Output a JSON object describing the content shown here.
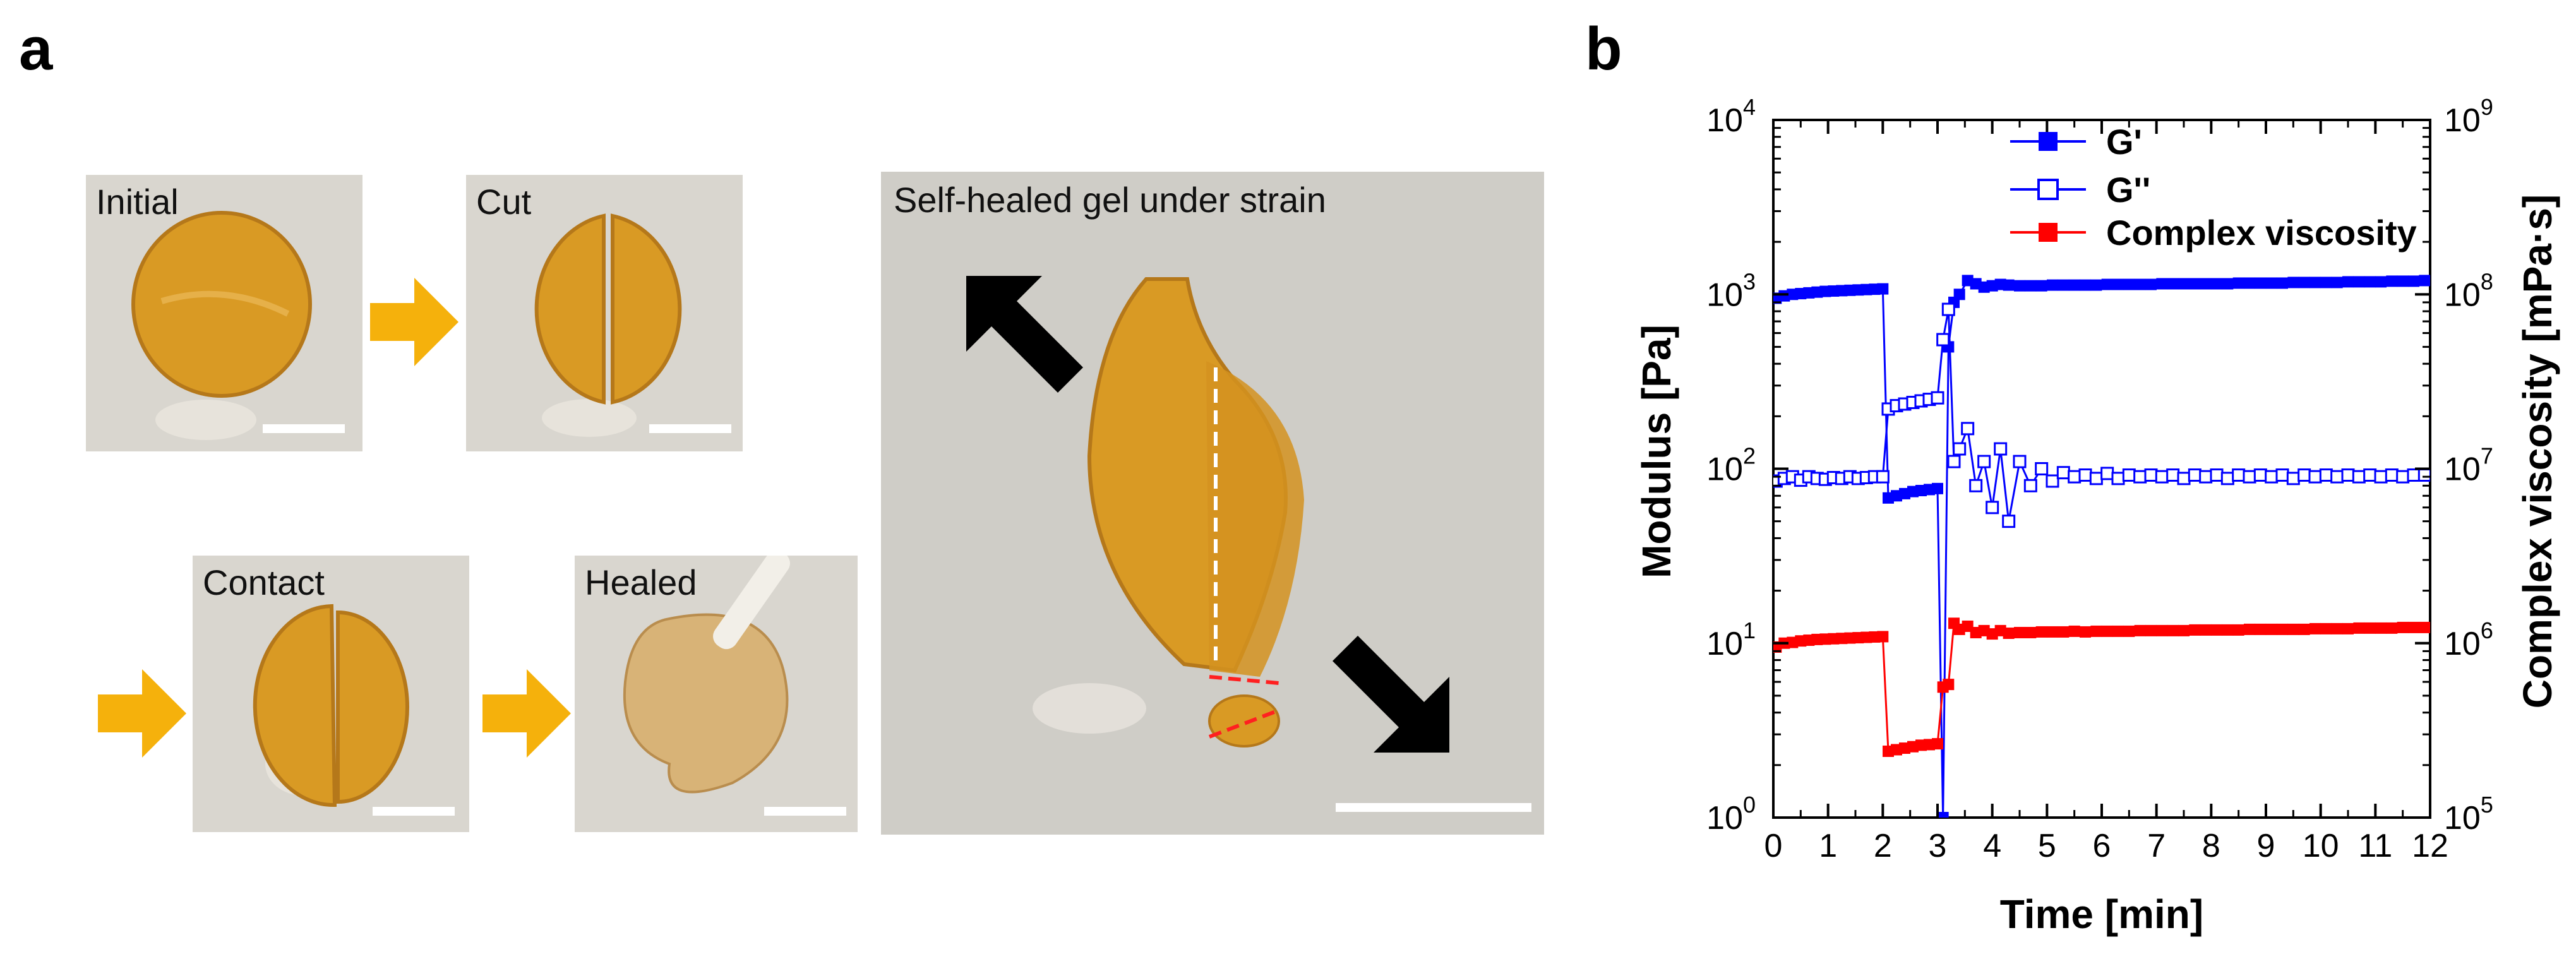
{
  "panels": {
    "a": "a",
    "b": "b"
  },
  "photos": {
    "initial": "Initial",
    "cut": "Cut",
    "contact": "Contact",
    "healed": "Healed",
    "strain": "Self-healed gel under strain"
  },
  "colors": {
    "gel": "#d99a24",
    "gel_edge": "#b5781a",
    "arrow_yellow": "#f5b10c",
    "arrow_black": "#000000",
    "g_prime": "#0000ff",
    "g_double_prime": "#0000ff",
    "viscosity": "#ff0000"
  },
  "chart_data": {
    "type": "line",
    "xlabel": "Time [min]",
    "ylabel_left": "Modulus [Pa]",
    "ylabel_right": "Complex viscosity [mPa·s]",
    "xlim": [
      0,
      12
    ],
    "ylim_left": [
      1,
      10000
    ],
    "ylim_right": [
      100000,
      1000000000
    ],
    "yscale": "log",
    "x_ticks": [
      "0",
      "1",
      "2",
      "3",
      "4",
      "5",
      "6",
      "7",
      "8",
      "9",
      "10",
      "11",
      "12"
    ],
    "y_ticks_left": [
      {
        "base": "10",
        "exp": "0"
      },
      {
        "base": "10",
        "exp": "1"
      },
      {
        "base": "10",
        "exp": "2"
      },
      {
        "base": "10",
        "exp": "3"
      },
      {
        "base": "10",
        "exp": "4"
      }
    ],
    "y_ticks_right": [
      {
        "base": "10",
        "exp": "5"
      },
      {
        "base": "10",
        "exp": "6"
      },
      {
        "base": "10",
        "exp": "7"
      },
      {
        "base": "10",
        "exp": "8"
      },
      {
        "base": "10",
        "exp": "9"
      }
    ],
    "legend_position": "top",
    "series": [
      {
        "name": "G'",
        "marker": "filled-square",
        "axis": "left",
        "x": [
          0.05,
          0.2,
          0.35,
          0.5,
          0.65,
          0.8,
          0.95,
          1.1,
          1.25,
          1.4,
          1.55,
          1.7,
          1.85,
          2.0,
          2.1,
          2.25,
          2.4,
          2.55,
          2.7,
          2.85,
          3.0,
          3.1,
          3.2,
          3.3,
          3.4,
          3.55,
          3.7,
          3.85,
          4.0,
          4.15,
          4.3,
          4.5,
          4.7,
          4.9,
          5.1,
          5.3,
          5.5,
          5.7,
          5.9,
          6.1,
          6.3,
          6.5,
          6.7,
          6.9,
          7.1,
          7.3,
          7.5,
          7.7,
          7.9,
          8.1,
          8.3,
          8.5,
          8.7,
          8.9,
          9.1,
          9.3,
          9.5,
          9.7,
          9.9,
          10.1,
          10.3,
          10.5,
          10.7,
          10.9,
          11.1,
          11.3,
          11.5,
          11.7,
          11.9
        ],
        "y": [
          950,
          980,
          1000,
          1010,
          1020,
          1030,
          1040,
          1045,
          1050,
          1055,
          1060,
          1065,
          1070,
          1075,
          68,
          70,
          72,
          74,
          75,
          76,
          77,
          1,
          500,
          900,
          1000,
          1200,
          1150,
          1100,
          1120,
          1140,
          1130,
          1120,
          1120,
          1120,
          1130,
          1130,
          1130,
          1130,
          1130,
          1140,
          1140,
          1140,
          1140,
          1140,
          1150,
          1150,
          1150,
          1150,
          1150,
          1150,
          1150,
          1160,
          1160,
          1160,
          1160,
          1160,
          1170,
          1170,
          1170,
          1170,
          1170,
          1180,
          1180,
          1180,
          1180,
          1190,
          1190,
          1190,
          1200
        ]
      },
      {
        "name": "G''",
        "marker": "open-square",
        "axis": "left",
        "x": [
          0.05,
          0.2,
          0.35,
          0.5,
          0.65,
          0.8,
          0.95,
          1.1,
          1.25,
          1.4,
          1.55,
          1.7,
          1.85,
          2.0,
          2.1,
          2.25,
          2.4,
          2.55,
          2.7,
          2.85,
          3.0,
          3.1,
          3.2,
          3.3,
          3.4,
          3.55,
          3.7,
          3.85,
          4.0,
          4.15,
          4.3,
          4.5,
          4.7,
          4.9,
          5.1,
          5.3,
          5.5,
          5.7,
          5.9,
          6.1,
          6.3,
          6.5,
          6.7,
          6.9,
          7.1,
          7.3,
          7.5,
          7.7,
          7.9,
          8.1,
          8.3,
          8.5,
          8.7,
          8.9,
          9.1,
          9.3,
          9.5,
          9.7,
          9.9,
          10.1,
          10.3,
          10.5,
          10.7,
          10.9,
          11.1,
          11.3,
          11.5,
          11.7,
          11.9
        ],
        "y": [
          85,
          88,
          90,
          86,
          90,
          88,
          87,
          89,
          88,
          90,
          88,
          89,
          90,
          90,
          220,
          230,
          235,
          240,
          245,
          250,
          255,
          550,
          820,
          110,
          130,
          170,
          80,
          110,
          60,
          130,
          50,
          110,
          80,
          100,
          85,
          95,
          90,
          92,
          88,
          94,
          88,
          92,
          90,
          92,
          90,
          92,
          88,
          92,
          90,
          92,
          88,
          92,
          90,
          92,
          90,
          92,
          88,
          92,
          90,
          92,
          90,
          92,
          90,
          92,
          90,
          92,
          90,
          92,
          92
        ]
      },
      {
        "name": "Complex viscosity",
        "marker": "filled-square",
        "axis": "right",
        "x": [
          0.05,
          0.2,
          0.35,
          0.5,
          0.65,
          0.8,
          0.95,
          1.1,
          1.25,
          1.4,
          1.55,
          1.7,
          1.85,
          2.0,
          2.1,
          2.25,
          2.4,
          2.55,
          2.7,
          2.85,
          3.0,
          3.1,
          3.2,
          3.3,
          3.4,
          3.55,
          3.7,
          3.85,
          4.0,
          4.15,
          4.3,
          4.5,
          4.7,
          4.9,
          5.1,
          5.3,
          5.5,
          5.7,
          5.9,
          6.1,
          6.3,
          6.5,
          6.7,
          6.9,
          7.1,
          7.3,
          7.5,
          7.7,
          7.9,
          8.1,
          8.3,
          8.5,
          8.7,
          8.9,
          9.1,
          9.3,
          9.5,
          9.7,
          9.9,
          10.1,
          10.3,
          10.5,
          10.7,
          10.9,
          11.1,
          11.3,
          11.5,
          11.7,
          11.9
        ],
        "y": [
          950000,
          1000000,
          1010000,
          1030000,
          1040000,
          1050000,
          1055000,
          1060000,
          1065000,
          1070000,
          1075000,
          1080000,
          1085000,
          1090000,
          240000,
          245000,
          250000,
          255000,
          260000,
          262000,
          265000,
          560000,
          580000,
          1300000,
          1200000,
          1250000,
          1150000,
          1180000,
          1130000,
          1180000,
          1140000,
          1150000,
          1150000,
          1160000,
          1160000,
          1160000,
          1170000,
          1160000,
          1170000,
          1170000,
          1170000,
          1170000,
          1180000,
          1180000,
          1180000,
          1180000,
          1180000,
          1190000,
          1190000,
          1190000,
          1190000,
          1190000,
          1200000,
          1200000,
          1200000,
          1200000,
          1200000,
          1200000,
          1210000,
          1210000,
          1210000,
          1210000,
          1220000,
          1220000,
          1220000,
          1220000,
          1230000,
          1230000,
          1230000
        ]
      }
    ]
  }
}
